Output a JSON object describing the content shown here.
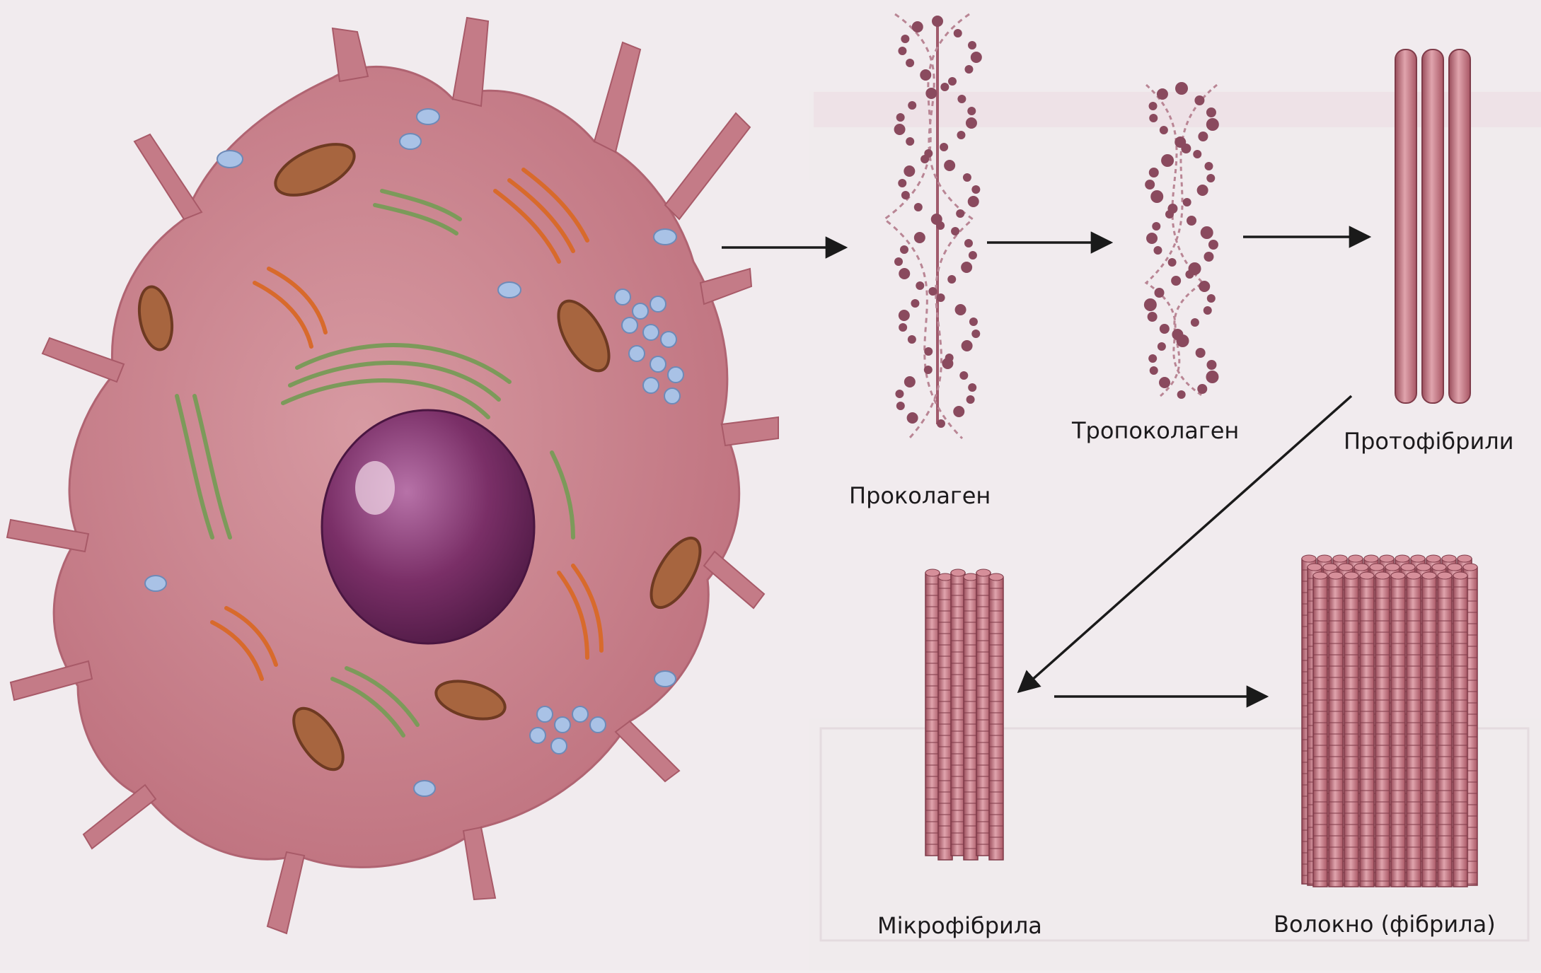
{
  "labels": {
    "procollagen": "Проколаген",
    "tropocollagen": "Тропоколаген",
    "protofibrils": "Протофібрили",
    "microfibril": "Мікрофібрила",
    "fiber": "Волокно (фібрила)"
  },
  "colors": {
    "page_background": "#f3eef0",
    "cell_body": "#c9868f",
    "nucleus": "#7a2f67",
    "fiber_pink": "#c4727e",
    "bead": "#8a4a5e",
    "arrow": "#1a1a1a",
    "mitochondria": "#a7653f",
    "golgi_green": "#7c9a5a",
    "er_orange": "#d86a2c",
    "vesicle_blue": "#a9c2e6"
  },
  "icons": [
    "fibroblast-cell",
    "procollagen-triple-helix",
    "tropocollagen-helix",
    "protofibril-rods",
    "microfibril-bundle",
    "collagen-fiber-bundle"
  ]
}
